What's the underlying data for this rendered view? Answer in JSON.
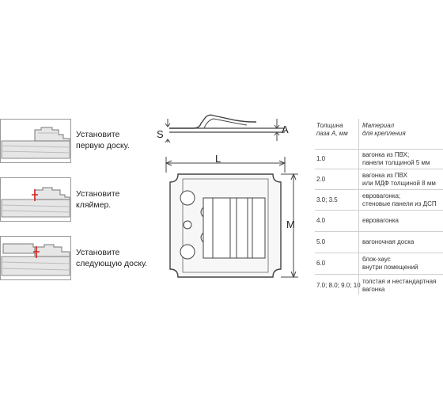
{
  "steps": [
    {
      "text": "Установите\nпервую доску."
    },
    {
      "text": "Установите\nкляймер."
    },
    {
      "text": "Установите\nследующую доску."
    }
  ],
  "dimensions": {
    "s": "S",
    "a": "A",
    "l": "L",
    "m": "M"
  },
  "table": {
    "header_thickness": "Толщина\nпаза А, мм",
    "header_material": "Материал\nдля крепления",
    "rows": [
      {
        "thickness": "1.0",
        "material": "вагонка из ПВХ;\nпанели толщиной 5 мм"
      },
      {
        "thickness": "2.0",
        "material": "вагонка из ПВХ\nили МДФ толщиной 8 мм"
      },
      {
        "thickness": "3.0; 3.5",
        "material": "евровагонка;\nстеновые панели из ДСП"
      },
      {
        "thickness": "4.0",
        "material": "евровагонка"
      },
      {
        "thickness": "5.0",
        "material": "вагоночная доска"
      },
      {
        "thickness": "6.0",
        "material": "блок-хаус\nвнутри помещений"
      },
      {
        "thickness": "7.0; 8.0; 9.0; 10",
        "material": "толстая и нестандартная\nвагонка"
      }
    ]
  },
  "colors": {
    "line": "#555555",
    "fill": "#f2f2f2",
    "accent": "#d62020"
  }
}
